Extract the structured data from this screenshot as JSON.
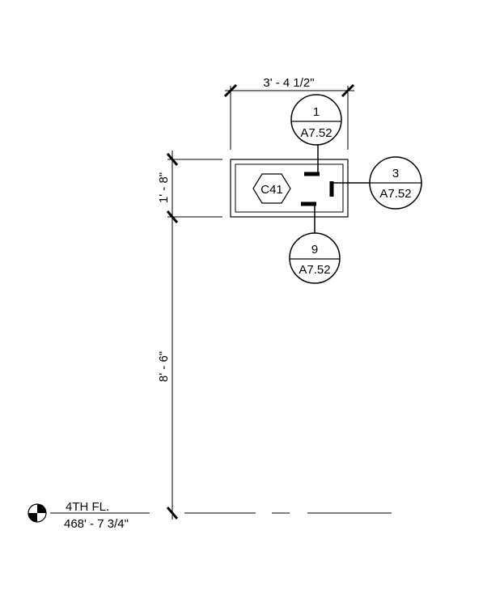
{
  "dimensions": {
    "width": "3' - 4 1/2\"",
    "height_box": "1' - 8\"",
    "height_to_level": "8' - 6\""
  },
  "tag": {
    "label": "C41"
  },
  "section_markers": [
    {
      "number": "1",
      "sheet": "A7.52"
    },
    {
      "number": "3",
      "sheet": "A7.52"
    },
    {
      "number": "9",
      "sheet": "A7.52"
    }
  ],
  "level": {
    "name": "4TH FL.",
    "elevation": "468' - 7 3/4\""
  }
}
